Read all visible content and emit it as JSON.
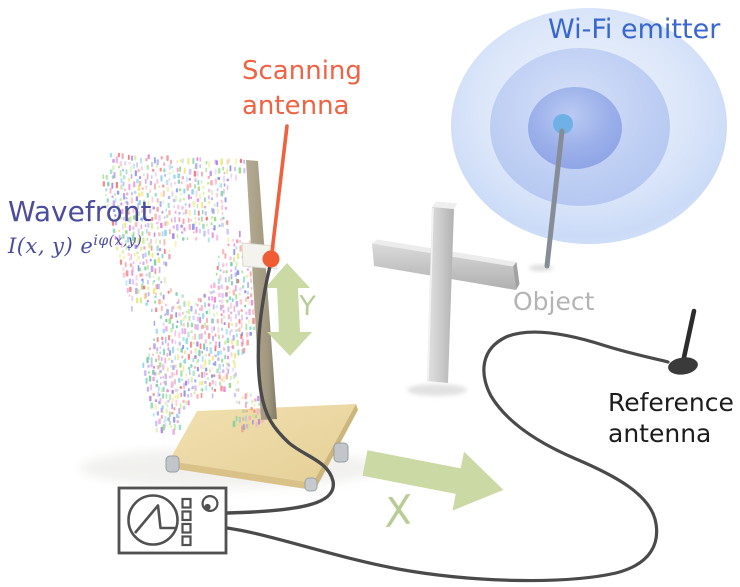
{
  "figure": {
    "kind": "experiment-schematic",
    "subject": "Wi-Fi holography measurement setup"
  },
  "labels": {
    "wifi_emitter": "Wi-Fi emitter",
    "scanning_antenna_line1": "Scanning",
    "scanning_antenna_line2": "antenna",
    "wavefront_title": "Wavefront",
    "wavefront_formula_base": "I(x, y) e",
    "wavefront_formula_sup": "iφ(x,y)",
    "object": "Object",
    "reference_antenna_line1": "Reference",
    "reference_antenna_line2": "antenna",
    "x_axis": "X",
    "y_axis": "Y"
  },
  "colors": {
    "wifi_label": "#3767cf",
    "scanning_label": "#ef6243",
    "wavefront_label": "#4c4c9e",
    "object_label": "#b4b4b4",
    "reference_label": "#1c1c1c",
    "axis_letter_green": "#b9cc96",
    "arrow_green": "#cbd9a4",
    "emitter_center_dot": "#6fb0e6",
    "scan_marker_orange": "#f05c34",
    "cable_gray": "#4a4a4a",
    "board_tan": "#ecd8a4"
  },
  "wavefront_pattern": {
    "palette": [
      "#f2949c",
      "#ef6a6a",
      "#8fd67f",
      "#c3ea8e",
      "#7b86e8",
      "#a678e0",
      "#7fd0e8",
      "#ea7ad6",
      "#ece66f",
      "#c3b2f2",
      "#f4a6c8",
      "#66c7a0"
    ]
  }
}
